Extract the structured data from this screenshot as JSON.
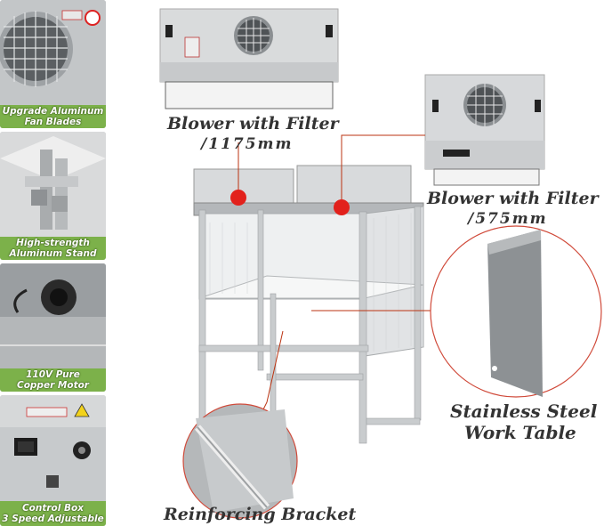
{
  "panels": [
    {
      "caption_line1": "Upgrade Aluminum",
      "caption_line2": "Fan Blades"
    },
    {
      "caption_line1": "High-strength",
      "caption_line2": "Aluminum Stand"
    },
    {
      "caption_line1": "110V Pure",
      "caption_line2": "Copper Motor"
    },
    {
      "caption_line1": "Control Box",
      "caption_line2": "3 Speed Adjustable"
    }
  ],
  "callouts": {
    "blower_large_title": "Blower with Filter",
    "blower_large_size": "/1175mm",
    "blower_small_title": "Blower with Filter",
    "blower_small_size": "/575mm",
    "table_line1": "Stainless Steel",
    "table_line2": "Work Table",
    "bracket": "Reinforcing Bracket"
  },
  "colors": {
    "caption_green": "#7cb14a",
    "marker_red": "#e2211c",
    "frame_gray": "#c9ccce"
  }
}
